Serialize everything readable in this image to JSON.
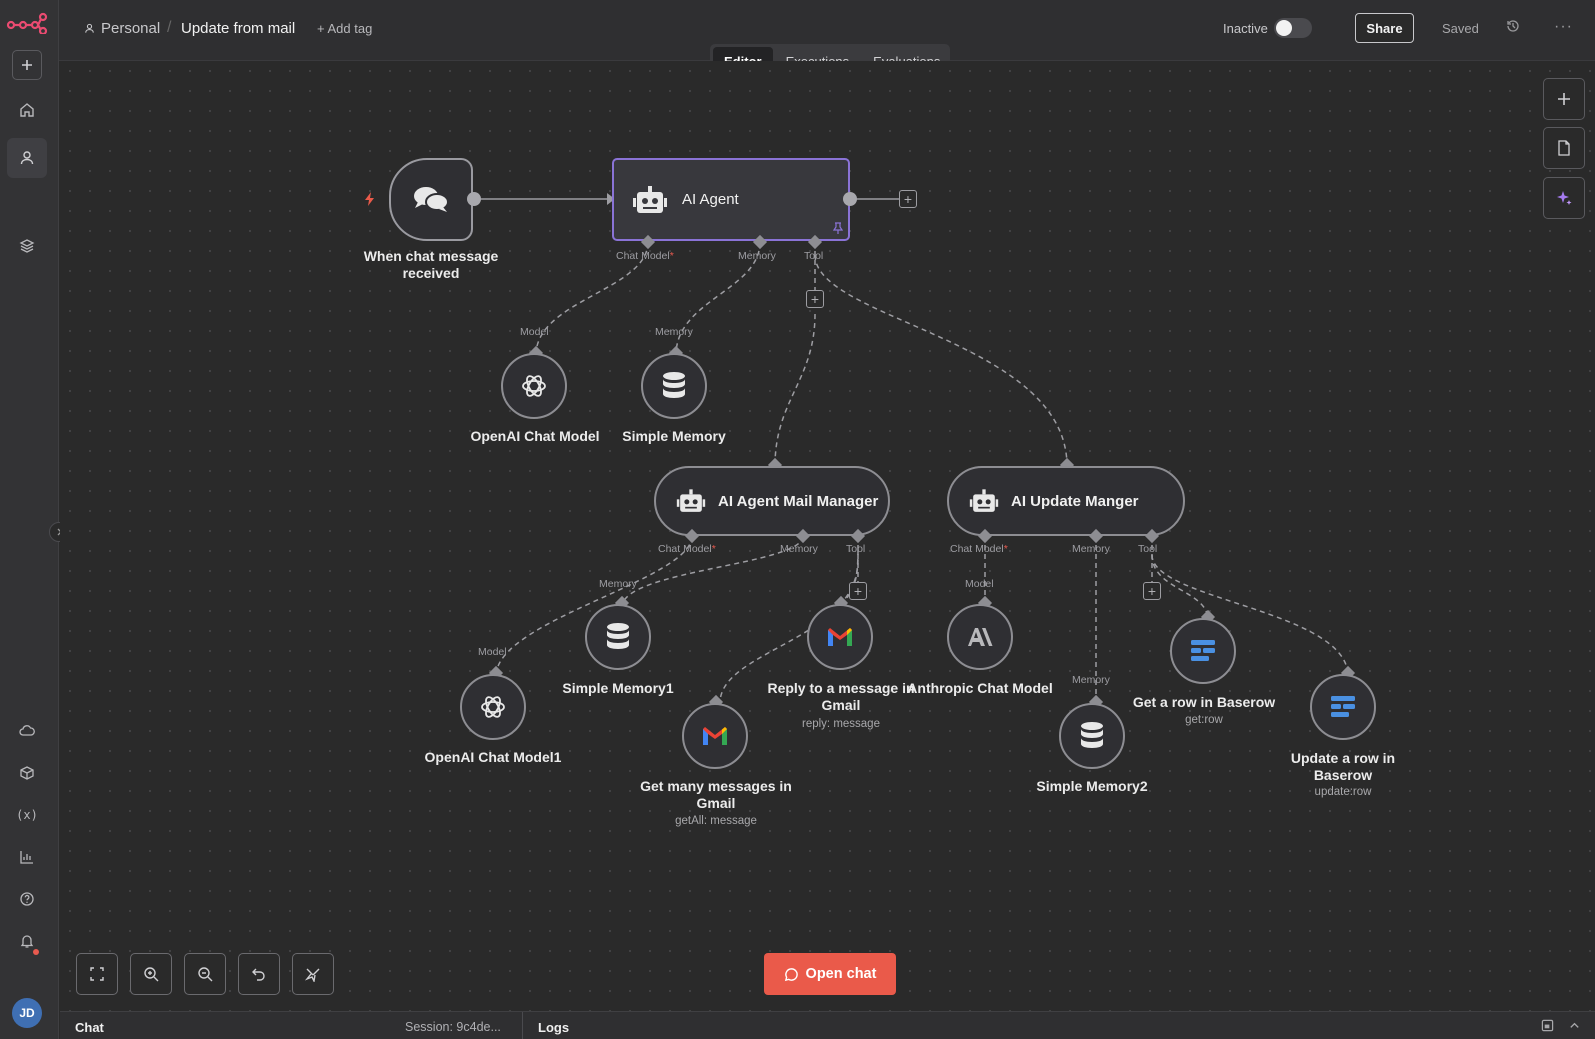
{
  "header": {
    "project": "Personal",
    "workflow_title": "Update from mail",
    "add_tag": "+ Add tag",
    "status_label": "Inactive",
    "share_label": "Share",
    "saved_label": "Saved",
    "tabs": [
      "Editor",
      "Executions",
      "Evaluations"
    ],
    "active_tab": "Editor"
  },
  "nodes": {
    "trigger": {
      "label": "When chat message received"
    },
    "agent": {
      "label": "AI Agent",
      "handles": {
        "chat_model": "Chat Model",
        "memory": "Memory",
        "tool": "Tool"
      }
    },
    "openai_model": {
      "label": "OpenAI Chat Model",
      "handle": "Model"
    },
    "simple_memory": {
      "label": "Simple Memory",
      "handle": "Memory"
    },
    "mail_manager": {
      "label": "AI Agent Mail Manager",
      "handles": {
        "chat_model": "Chat Model",
        "memory": "Memory",
        "tool": "Tool"
      }
    },
    "update_manager": {
      "label": "AI Update Manger",
      "handles": {
        "chat_model": "Chat Model",
        "memory": "Memory",
        "tool": "Tool"
      }
    },
    "openai_model1": {
      "label": "OpenAI Chat Model1",
      "handle": "Model"
    },
    "simple_memory1": {
      "label": "Simple Memory1",
      "handle": "Memory"
    },
    "get_many_gmail": {
      "label": "Get many messages in Gmail",
      "sub": "getAll: message"
    },
    "reply_gmail": {
      "label": "Reply to a message in Gmail",
      "sub": "reply: message"
    },
    "anthropic_model": {
      "label": "Anthropic Chat Model",
      "handle": "Model"
    },
    "simple_memory2": {
      "label": "Simple Memory2",
      "handle": "Memory"
    },
    "get_row_baserow": {
      "label": "Get a row in Baserow",
      "sub": "get:row"
    },
    "update_row_baserow": {
      "label": "Update a row in Baserow",
      "sub": "update:row"
    }
  },
  "footer": {
    "open_chat": "Open chat",
    "chat_tab": "Chat",
    "session": "Session: 9c4de...",
    "logs_tab": "Logs"
  },
  "user": {
    "initials": "JD"
  },
  "colors": {
    "accent": "#ea5a4a",
    "agent_border": "#8a73d6",
    "baserow": "#4a90e2"
  }
}
